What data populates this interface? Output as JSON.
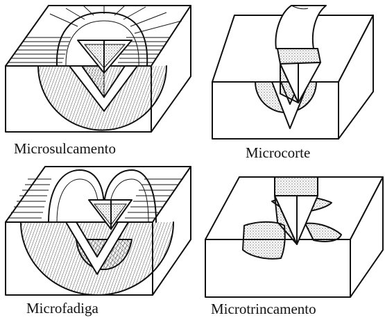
{
  "figure": {
    "panels": [
      {
        "caption": "Microsulcamento"
      },
      {
        "caption": "Microcorte"
      },
      {
        "caption": "Microfadiga"
      },
      {
        "caption": "Microtrincamento"
      }
    ]
  },
  "colors": {
    "ink": "#111111",
    "background": "#ffffff"
  }
}
